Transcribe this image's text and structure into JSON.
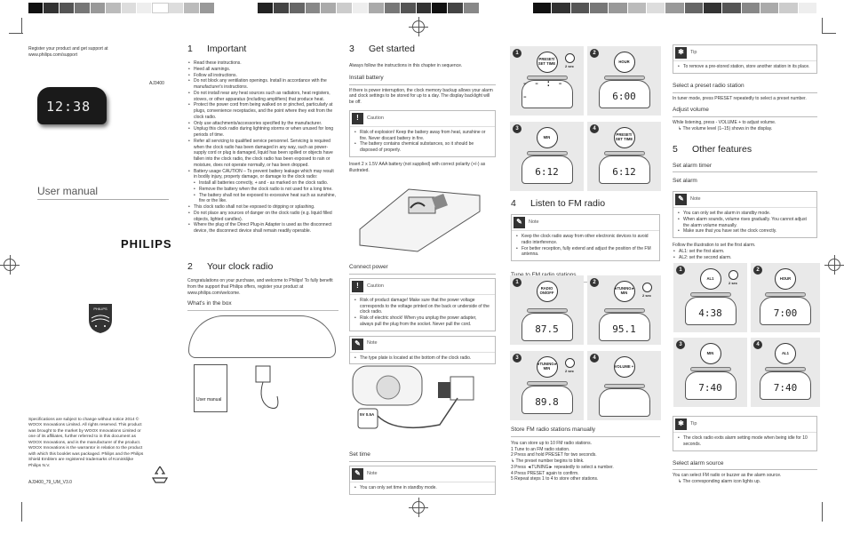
{
  "left_panel": {
    "register_text": "Register your product and get support at",
    "register_url": "www.philips.com/support",
    "model": "AJ3400",
    "clock_display": "12:38",
    "user_manual": "User manual",
    "brand": "PHILIPS",
    "legal": "Specifications are subject to change without notice 2014 © WOOX Innovations Limited. All rights reserved. This product was brought to the market by WOOX Innovations Limited or one of its affiliates, further referred to in this document as WOOX Innovations, and is the manufacturer of the product. WOOX Innovations is the warrantor in relation to the product with which this booklet was packaged. Philips and the Philips Shield Emblem are registered trademarks of Koninklijke Philips N.V.",
    "doc_code": "AJ3400_79_UM_V3.0"
  },
  "sec1": {
    "num": "1",
    "title": "Important",
    "items": [
      "Read these instructions.",
      "Heed all warnings.",
      "Follow all instructions.",
      "Do not block any ventilation openings. Install in accordance with the manufacturer's instructions.",
      "Do not install near any heat sources such as radiators, heat registers, stoves, or other apparatus (including amplifiers) that produce heat.",
      "Protect the power cord from being walked on or pinched, particularly at plugs, convenience receptacles, and the point where they exit from the clock radio.",
      "Only use attachments/accessories specified by the manufacturer.",
      "Unplug this clock radio during lightning storms or when unused for long periods of time.",
      "Refer all servicing to qualified service personnel. Servicing is required when the clock radio has been damaged in any way, such as power-supply cord or plug is damaged, liquid has been spilled or objects have fallen into the clock radio, the clock radio has been exposed to rain or moisture, does not operate normally, or has been dropped.",
      "Battery usage CAUTION – To prevent battery leakage which may result in bodily injury, property damage, or damage to the clock radio:",
      "This clock radio shall not be exposed to dripping or splashing.",
      "Do not place any sources of danger on the clock radio (e.g. liquid filled objects, lighted candles).",
      "Where the plug of the Direct Plug-in Adapter is used as the disconnect device, the disconnect device shall remain readily operable."
    ],
    "battery_sub": [
      "Install all batteries correctly, + and - as marked on the clock radio.",
      "Remove the battery when the clock radio is not used for a long time.",
      "The battery shall not be exposed to excessive heat such as sunshine, fire or the like."
    ]
  },
  "sec2": {
    "num": "2",
    "title": "Your clock radio",
    "intro": "Congratulations on your purchase, and welcome to Philips! To fully benefit from the support that Philips offers, register your product at www.philips.com/welcome.",
    "whats_in_box": "What's in the box",
    "manual_label": "User manual"
  },
  "sec3": {
    "num": "3",
    "title": "Get started",
    "intro": "Always follow the instructions in this chapter in sequence.",
    "install_battery": "Install battery",
    "install_text": "If there is power interruption, the clock memory backup allows your alarm and clock settings to be stored for up to a day. The display backlight will be off.",
    "caution_label": "Caution",
    "caution1": [
      "Risk of explosion! Keep the battery away from heat, sunshine or fire. Never discard battery in fire.",
      "The battery contains chemical substances, so it should be disposed of properly."
    ],
    "insert_text": "Insert 2 x 1.5V AAA battery (not supplied) with correct polarity (+/-) as illustrated.",
    "connect_power": "Connect power",
    "caution2": [
      "Risk of product damage! Make sure that the power voltage corresponds to the voltage printed on the back or underside of the clock radio.",
      "Risk of electric shock! When you unplug the power adapter, always pull the plug from the socket. Never pull the cord."
    ],
    "note_label": "Note",
    "note1": "The type plate is located at the bottom of the clock radio.",
    "adapter_label": "5V 0.5A",
    "set_time": "Set time",
    "note2": "You can only set time in standby mode."
  },
  "middle_steps": {
    "s1_btn": "PRESET/ SET TIME",
    "s1_timer": "2 sec",
    "s1_lcd": "- - : - -",
    "s2_btn": "HOUR",
    "s2_lcd": "6:00",
    "s3_btn": "MIN",
    "s3_lcd": "6:12",
    "s4_btn": "PRESET/ SET TIME",
    "s4_lcd": "6:12"
  },
  "sec4": {
    "num": "4",
    "title": "Listen to FM radio",
    "note_label": "Note",
    "notes": [
      "Keep the clock radio away from other electronic devices to avoid radio interference.",
      "For better reception, fully extend and adjust the position of the FM antenna."
    ],
    "tune": "Tune to FM radio stations",
    "r1_btn": "RADIO ON/OFF",
    "r1_lcd": "87.5",
    "r2_btn": "◄TUNING► MIN",
    "r2_timer": "2 sec",
    "r2_lcd": "95.1",
    "r3_btn": "◄TUNING► MIN",
    "r3_timer": "2 sec",
    "r3_lcd": "89.8",
    "r4_btn": "VOLUME +",
    "store": "Store FM radio stations manually",
    "store_intro": "You can store up to 10 FM radio stations.",
    "store_steps": [
      "1   Tune to an FM radio station.",
      "2   Press and hold PRESET for two seconds.",
      "      ↳ The preset number begins to blink.",
      "3   Press ◄TUNING► repeatedly to select a number.",
      "4   Press PRESET again to confirm.",
      "5   Repeat steps 1 to 4 to store other stations."
    ]
  },
  "right_col": {
    "tip_label": "Tip",
    "tip1": "To remove a pre-stored station, store another station in its place.",
    "select_preset": "Select a preset radio station",
    "select_preset_text": "In tuner mode, press PRESET repeatedly to select a preset number.",
    "adjust_volume": "Adjust volume",
    "adjust_text": "While listening, press - VOLUME + to adjust volume.",
    "adjust_result": "↳ The volume level (1–15) shows in the display.",
    "sec5_num": "5",
    "sec5_title": "Other features",
    "set_alarm_timer": "Set alarm timer",
    "set_alarm": "Set alarm",
    "note_label": "Note",
    "alarm_notes": [
      "You can only set the alarm in standby mode.",
      "When alarm sounds, volume rises gradually. You cannot adjust the alarm volume manually.",
      "Make sure that you have set the clock correctly."
    ],
    "follow_text": "Follow the illustration to set the first alarm.",
    "al_items": [
      "AL1: set the first alarm.",
      "AL2: set the second alarm."
    ],
    "a1_btn": "AL1",
    "a1_timer": "2 sec",
    "a1_lcd": "4:38",
    "a2_btn": "HOUR",
    "a2_lcd": "7:00",
    "a3_btn": "MIN",
    "a3_lcd": "7:40",
    "a4_btn": "AL1",
    "a4_lcd": "7:40",
    "tip2": "The clock radio exits alarm setting mode when being idle for 10 seconds.",
    "alarm_source": "Select alarm source",
    "alarm_source_text": "You can select FM radio or buzzer as the alarm source.",
    "alarm_source_result": "↳ The corresponding alarm icon lights up."
  }
}
